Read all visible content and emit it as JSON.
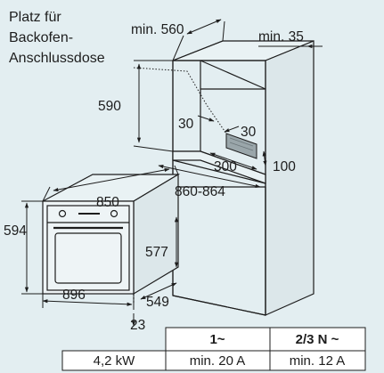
{
  "annotation": {
    "lines": [
      "Platz für",
      "Backofen-",
      "Anschlussdose"
    ]
  },
  "dimensions": {
    "cabinet_depth": "min. 560",
    "side_gap": "min. 35",
    "niche_height": "590",
    "cutout_left": "30",
    "cutout_right": "30",
    "cutout_width": "300",
    "cutout_height": "100",
    "niche_width": "860-864",
    "oven_width": "850",
    "oven_height": "594",
    "oven_depth": "577",
    "front_width": "896",
    "body_depth": "549",
    "front_thickness": "23"
  },
  "table": {
    "headers": [
      "",
      "1~",
      "2/3 N ~"
    ],
    "rows": [
      [
        "4,2 kW",
        "min. 20 A",
        "min. 12 A"
      ]
    ]
  },
  "colors": {
    "background": "#e3eef1",
    "line": "#1d1d1d",
    "table_cell": "#ffffff"
  }
}
